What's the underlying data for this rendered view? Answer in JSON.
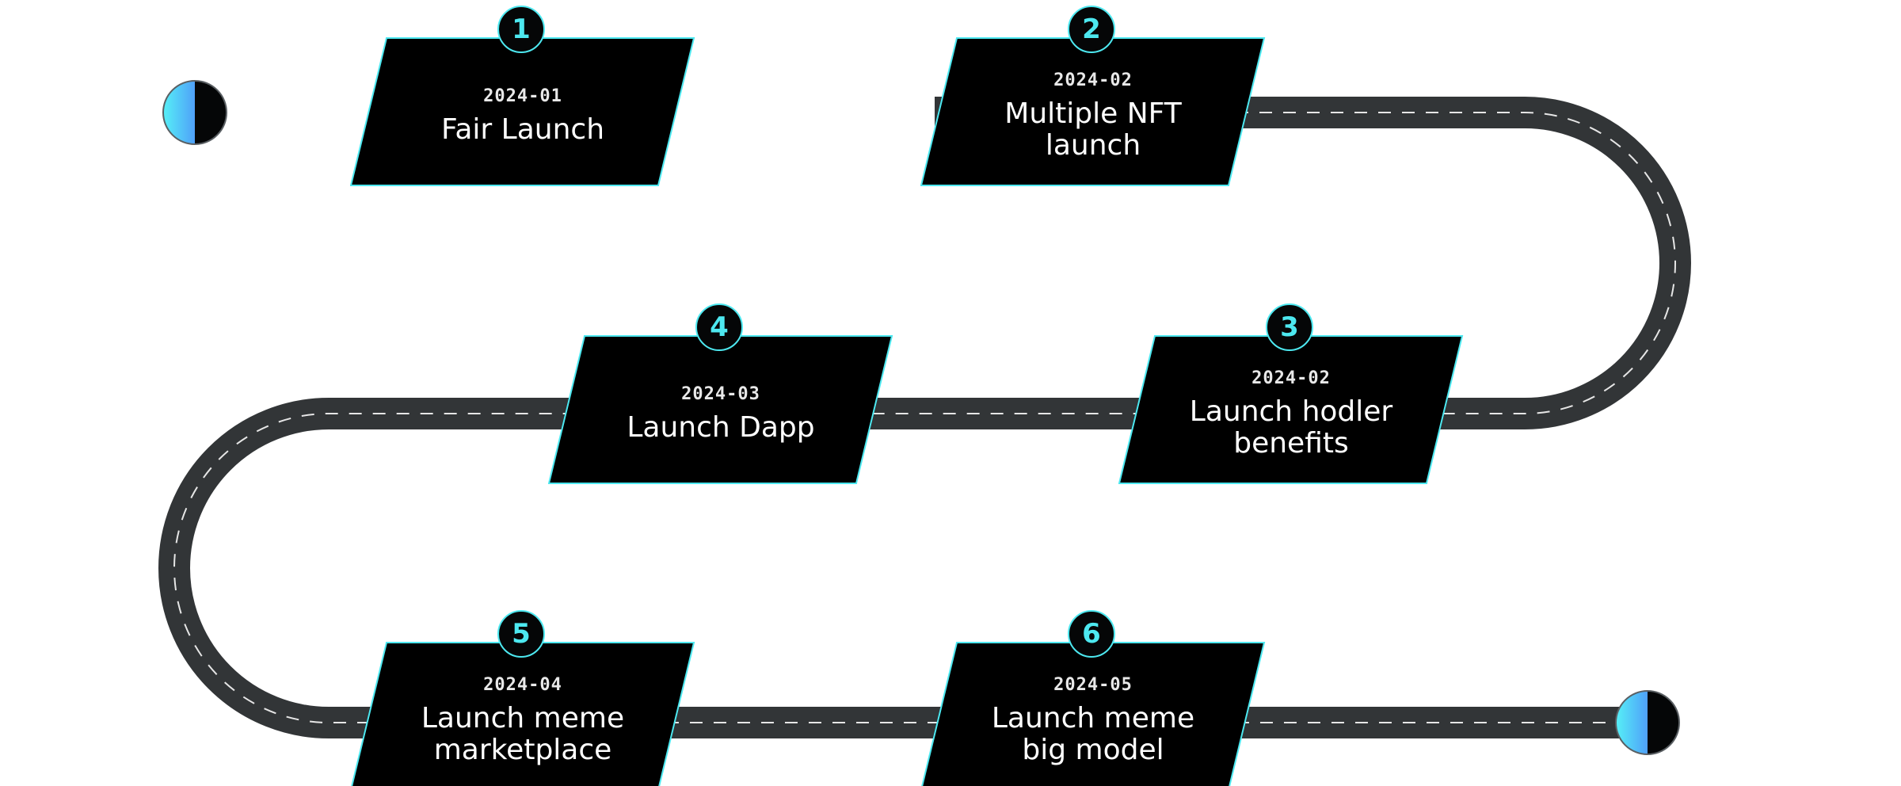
{
  "colors": {
    "road": "#323537",
    "road_dash": "#e6e6e6",
    "progress_start": "#4df0f7",
    "progress_end": "#4f9af8",
    "card_fill": "#000000",
    "card_border": "#4de8f0",
    "badge_text": "#4de8f0"
  },
  "milestones": [
    {
      "number": "1",
      "date": "2024-01",
      "title": "Fair Launch"
    },
    {
      "number": "2",
      "date": "2024-02",
      "title": "Multiple NFT launch"
    },
    {
      "number": "3",
      "date": "2024-02",
      "title": "Launch hodler benefits"
    },
    {
      "number": "4",
      "date": "2024-03",
      "title": "Launch Dapp"
    },
    {
      "number": "5",
      "date": "2024-04",
      "title": "Launch meme marketplace"
    },
    {
      "number": "6",
      "date": "2024-05",
      "title": "Launch meme big model"
    }
  ]
}
